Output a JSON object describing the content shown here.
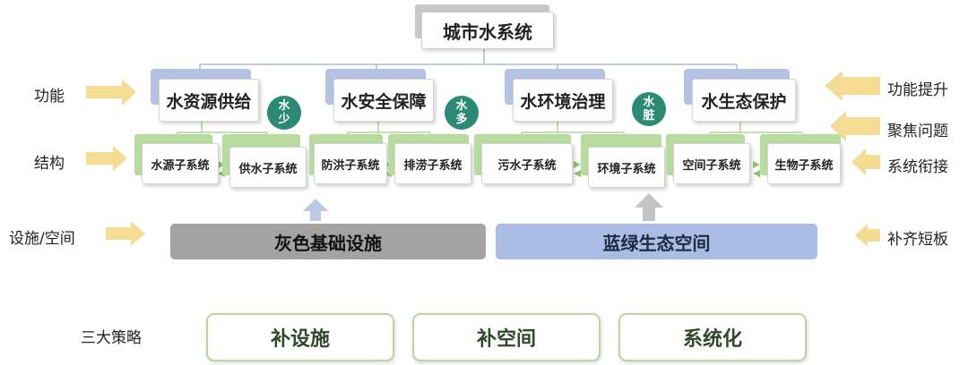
{
  "title": "城市水系统",
  "left_labels": {
    "function": "功能",
    "structure": "结构",
    "facility": "设施/空间"
  },
  "right_labels": {
    "upgrade": "功能提升",
    "focus": "聚焦问题",
    "link": "系统衔接",
    "fill": "补齐短板"
  },
  "functions": [
    "水资源供给",
    "水安全保障",
    "水环境治理",
    "水生态保护"
  ],
  "badges": [
    {
      "top": "水",
      "bottom": "少"
    },
    {
      "top": "水",
      "bottom": "多"
    },
    {
      "top": "水",
      "bottom": "脏"
    }
  ],
  "subsystems": [
    "水源子系统",
    "供水子系统",
    "防洪子系统",
    "排涝子系统",
    "污水子系统",
    "环境子系统",
    "空间子系统",
    "生物子系统"
  ],
  "bands": {
    "gray": "灰色基础设施",
    "blue": "蓝绿生态空间"
  },
  "strategy_label": "三大策略",
  "strategies": [
    "补设施",
    "补空间",
    "系统化"
  ],
  "colors": {
    "function_shadow": "#b4c2e4",
    "subsystem_shadow": "#b8dba0",
    "badge": "#2a8a74",
    "gray_band": "#a3a3a3",
    "blue_band": "#aabde4",
    "yellow_arrow": "#f4dc92",
    "strategy_border": "#b9d6a1"
  }
}
